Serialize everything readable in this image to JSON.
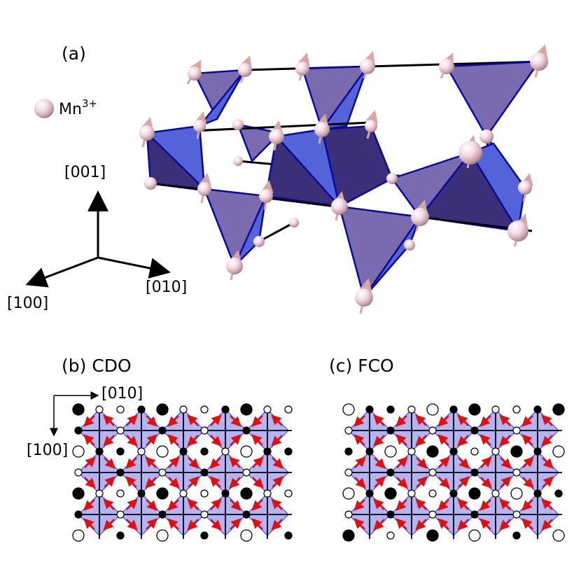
{
  "panel_a": {
    "label": "(a)",
    "legend_label": "Mn",
    "legend_charge": "3+",
    "axes": {
      "z_label": "[001]",
      "x_label": "[100]",
      "y_label": "[010]"
    }
  },
  "panel_b": {
    "label": "(b) CDO",
    "axis_right_label": "[010]",
    "axis_down_label": "[100]"
  },
  "panel_c": {
    "label": "(c) FCO"
  },
  "colors": {
    "tetra_light": "#7a6bb0",
    "tetra_dark": "#3a2f78",
    "tetra_blue": "#5563d8",
    "edge_blue": "#0a0a9a",
    "square_fill": "#b4b4f2",
    "arrow_red": "#e01010"
  }
}
